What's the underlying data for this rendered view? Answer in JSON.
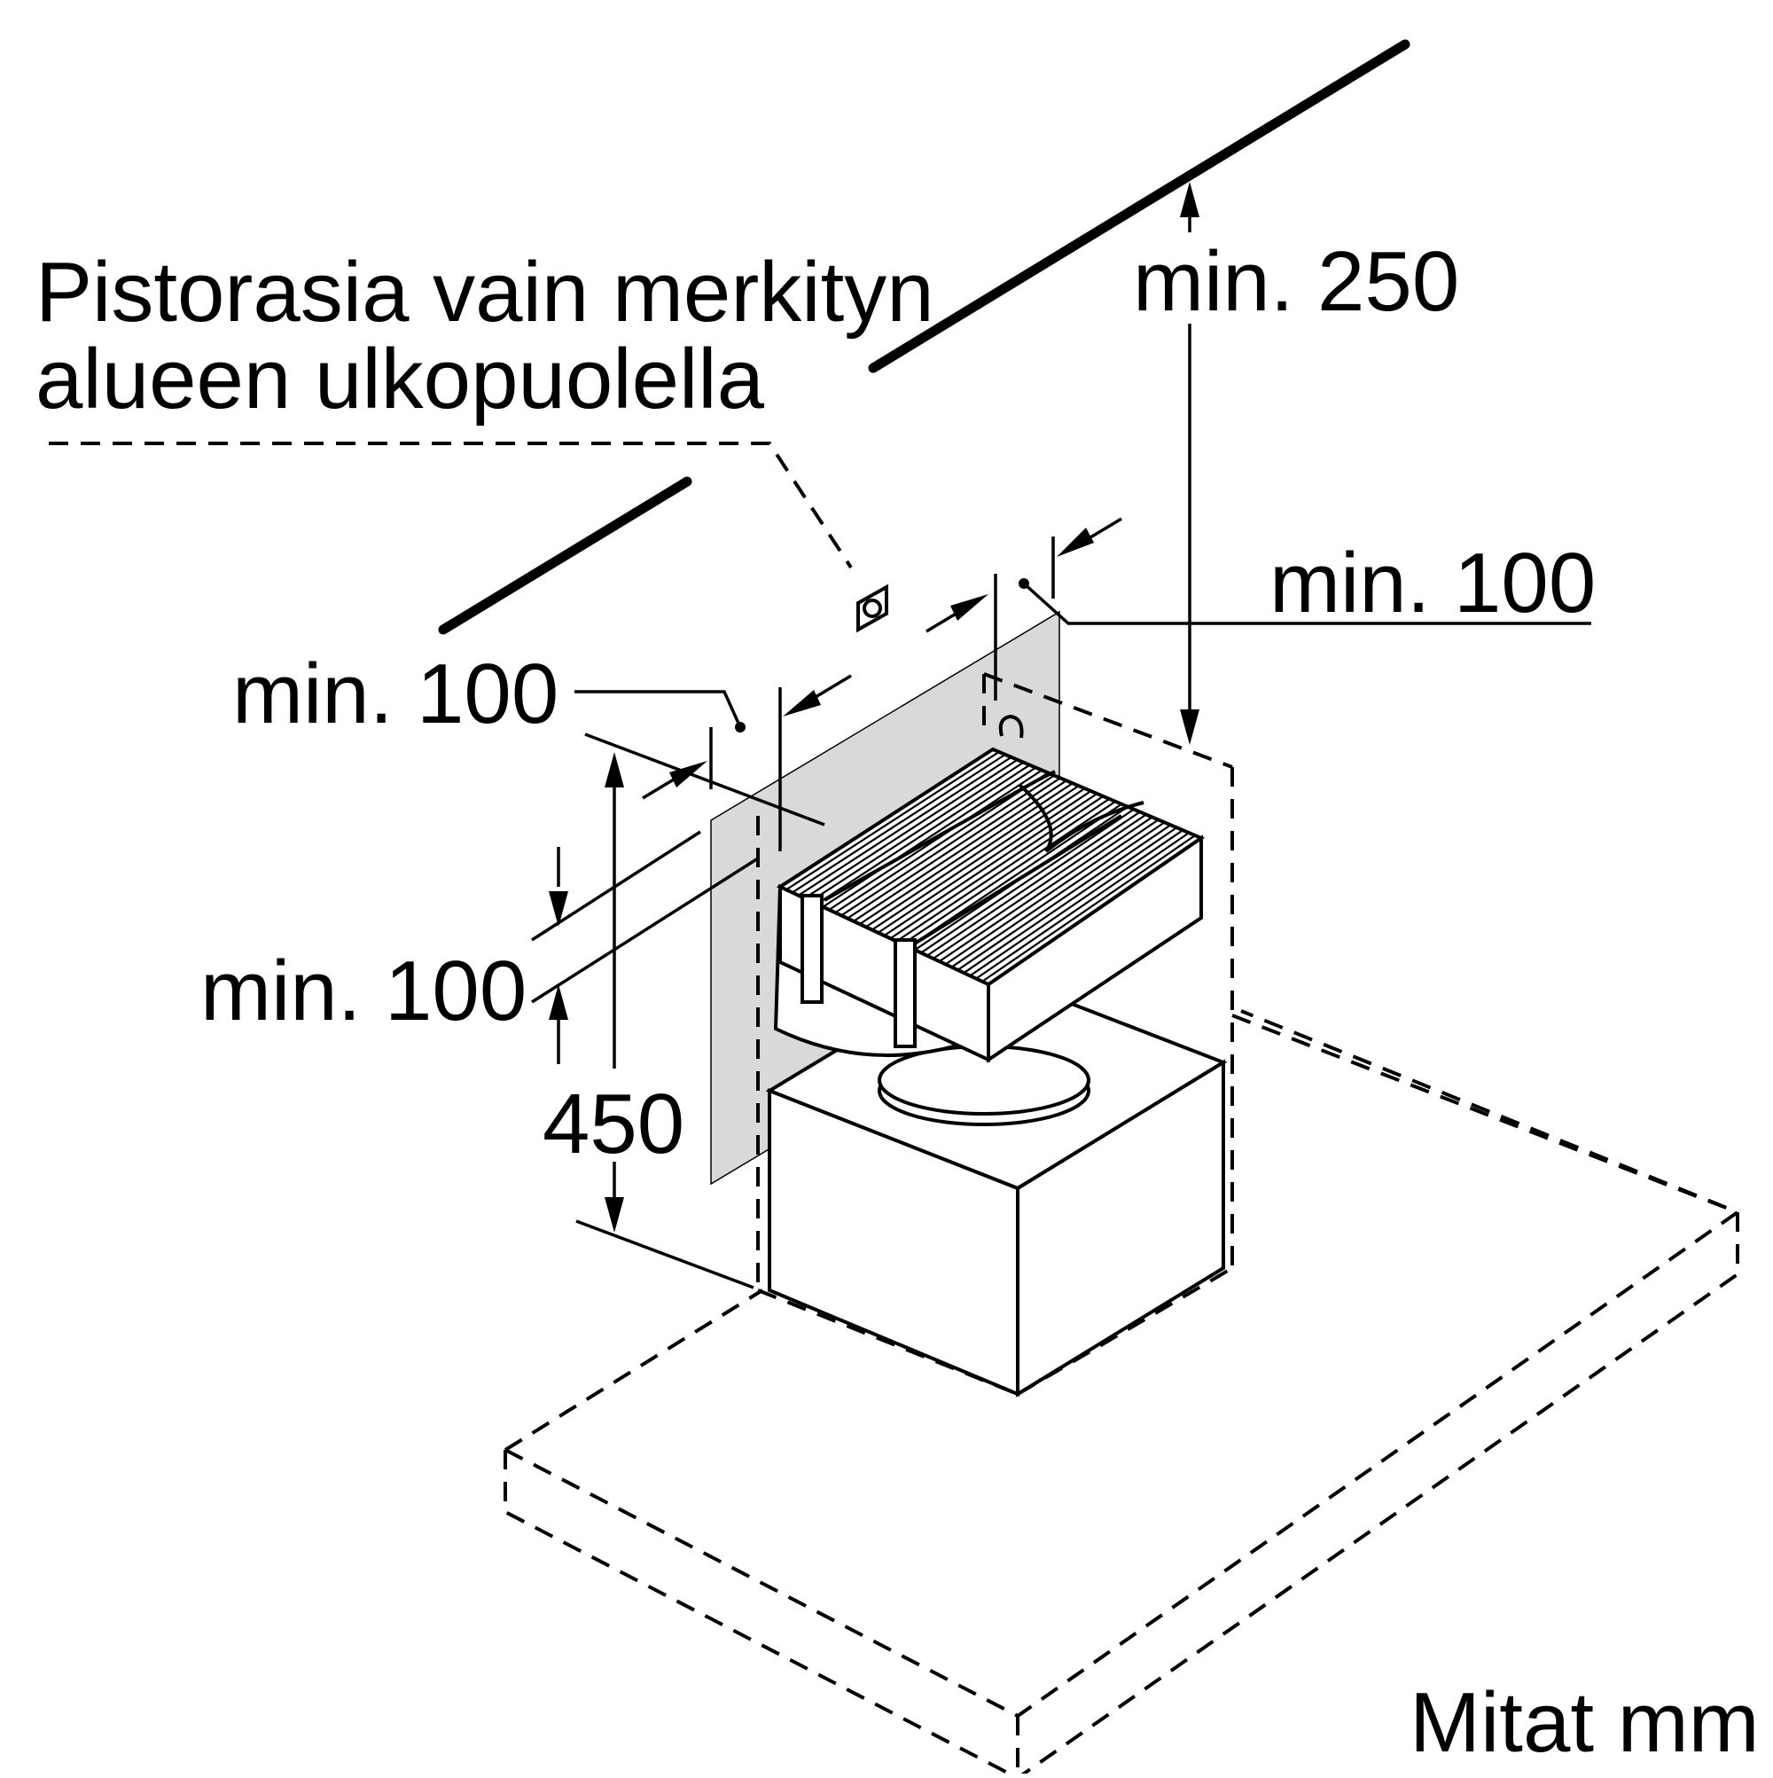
{
  "note": {
    "line1": "Pistorasia vain merkityn",
    "line2": "alueen ulkopuolella"
  },
  "dimensions": {
    "top_clearance": "min. 250",
    "right_clearance": "min. 100",
    "left_clearance": "min. 100",
    "lower_clearance": "min. 100",
    "height": "450"
  },
  "units": "Mitat mm",
  "colors": {
    "line": "#000000",
    "restricted_zone": "#d9d9d9",
    "background": "#ffffff"
  },
  "icons": [
    "socket-icon"
  ]
}
